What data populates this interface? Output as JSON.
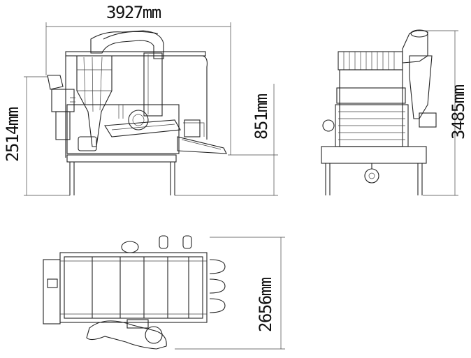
{
  "dimensions": {
    "overall_length": "3927mm",
    "side_height": "2514mm",
    "discharge_height": "851mm",
    "end_height": "3485mm",
    "top_width": "2656mm"
  },
  "colors": {
    "line": "#222222",
    "background": "#ffffff"
  }
}
